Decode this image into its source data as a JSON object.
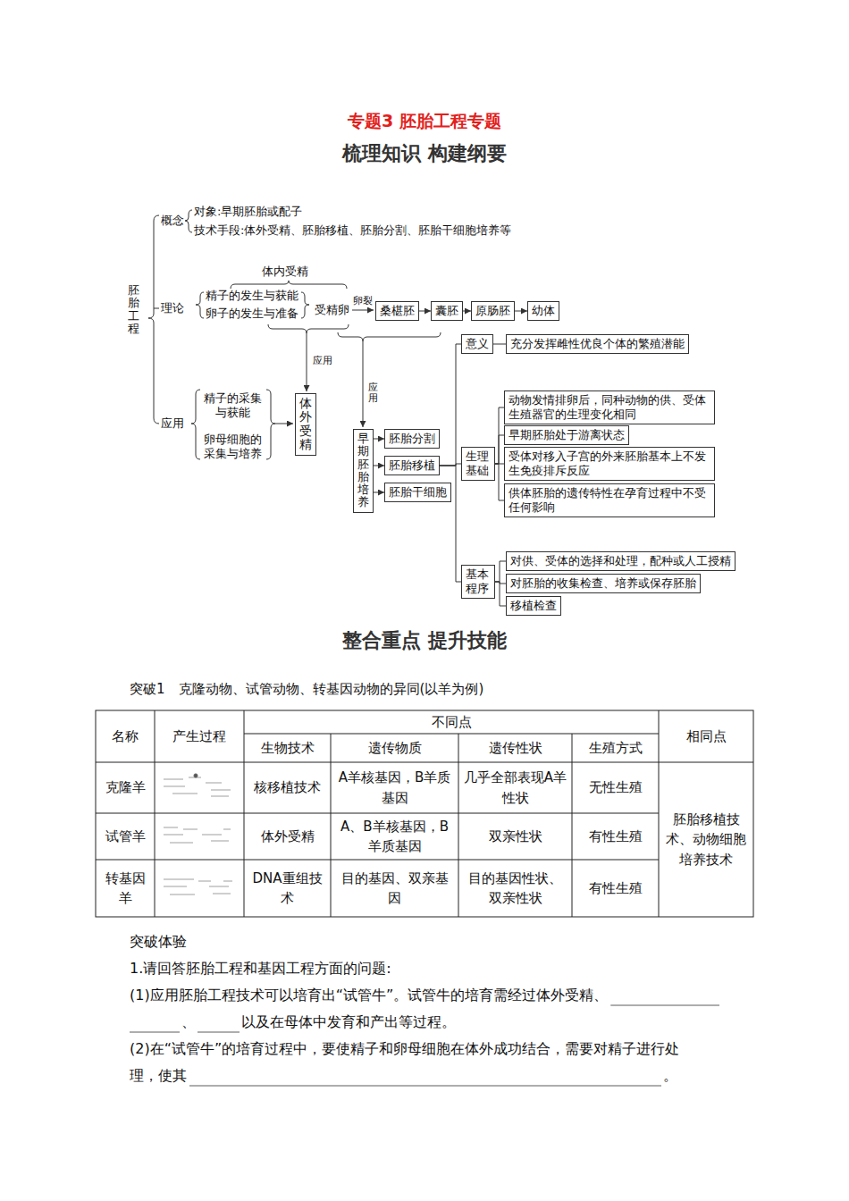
{
  "diagram": {
    "title": "专题3 胚胎工程专题",
    "nodes": [
      {
        "text": [
          "桑椹胚"
        ]
      },
      {
        "text": [
          "囊胚"
        ]
      },
      {
        "text": [
          "原肠胚"
        ]
      },
      {
        "text": [
          "幼体"
        ]
      },
      {
        "text": [
          "体外受精"
        ]
      },
      {
        "text": [
          "早期胚胎培养"
        ]
      },
      {
        "text": [
          "胚胎分割"
        ]
      },
      {
        "text": [
          "胚胎移植"
        ]
      },
      {
        "text": [
          "胚胎干细胞"
        ]
      },
      {
        "text": [
          "意义"
        ]
      },
      {
        "text": [
          "充分发挥雌性优良个体的繁殖潜能"
        ]
      },
      {
        "text": [
          "生理基础"
        ]
      },
      {
        "text": [
          "动物发情排卵后，同种动物的供、受体生殖器官的生理变化相同"
        ]
      },
      {
        "text": [
          "早期胚胎处于游离状态"
        ]
      },
      {
        "text": [
          "受体对移入子宫的外来胚胎基本上不发生免疫排斥反应"
        ]
      },
      {
        "text": [
          "供体胚胎的遗传特性在孕育过程中不受任何影响"
        ]
      },
      {
        "text": [
          "基本程序"
        ]
      },
      {
        "text": [
          "对供、受体的选择和处理，配种或人工授精"
        ]
      },
      {
        "text": [
          "对胚胎的收集检查、培养或保存胚胎"
        ]
      },
      {
        "text": [
          "移植检查"
        ]
      }
    ],
    "edges": [
      {
        "from": 0,
        "to": 1,
        "arrow": "to"
      },
      {
        "from": 1,
        "to": 2,
        "arrow": "to"
      },
      {
        "from": 2,
        "to": 3,
        "arrow": "to"
      },
      {
        "from": 5,
        "to": 6,
        "arrow": "to"
      },
      {
        "from": 5,
        "to": 7,
        "arrow": "to"
      },
      {
        "from": 5,
        "to": 8,
        "arrow": "to"
      },
      {
        "from": 7,
        "to": 9,
        "arrow": "none"
      },
      {
        "from": 7,
        "to": 11,
        "arrow": "none"
      },
      {
        "from": 7,
        "to": 16,
        "arrow": "none"
      },
      {
        "from": 9,
        "to": 10,
        "arrow": "none"
      },
      {
        "from": 11,
        "to": 12,
        "arrow": "none"
      },
      {
        "from": 11,
        "to": 13,
        "arrow": "none"
      },
      {
        "from": 11,
        "to": 14,
        "arrow": "none"
      },
      {
        "from": 11,
        "to": 15,
        "arrow": "none"
      },
      {
        "from": 16,
        "to": 17,
        "arrow": "none"
      },
      {
        "from": 16,
        "to": 18,
        "arrow": "none"
      },
      {
        "from": 16,
        "to": 19,
        "arrow": "none"
      }
    ],
    "labels": [
      "梳理知识 构建纲要",
      "胚胎工程",
      "概念",
      "对象:早期胚胎或配子",
      "技术手段:体外受精、胚胎移植、胚胎分割、胚胎干细胞培养等",
      "理论",
      "体内受精",
      "精子的发生与获能",
      "卵子的发生与准备",
      "受精卵",
      "卵裂",
      "应用",
      "应用",
      "应用",
      "精子的采集与获能",
      "卵母细胞的采集与培养",
      "整合重点 提升技能",
      "突破1　克隆动物、试管动物、转基因动物的异同(以羊为例)",
      "名称",
      "产生过程",
      "不同点",
      "相同点",
      "生物技术",
      "遗传物质",
      "遗传性状",
      "生殖方式",
      "克隆羊",
      "核移植技术",
      "A羊核基因，B羊质基因",
      "几乎全部表现A羊性状",
      "无性生殖",
      "胚胎移植技术、动物细胞培养技术",
      "试管羊",
      "体外受精",
      "A、B羊核基因，B羊质基因",
      "双亲性状",
      "有性生殖",
      "转基因羊",
      "DNA重组技术",
      "目的基因、双亲基因",
      "目的基因性状、双亲性状",
      "有性生殖",
      "突破体验",
      "1.请回答胚胎工程和基因工程方面的问题:",
      "(1)应用胚胎工程技术可以培育出“试管牛”。试管牛的培育需经过体外受精、",
      "、",
      "以及在母体中发育和产出等过程。",
      "(2)在“试管牛”的培育过程中，要使精子和卵母细胞在体外成功结合，需要对精子进行处",
      "理，使其",
      "。"
    ]
  }
}
